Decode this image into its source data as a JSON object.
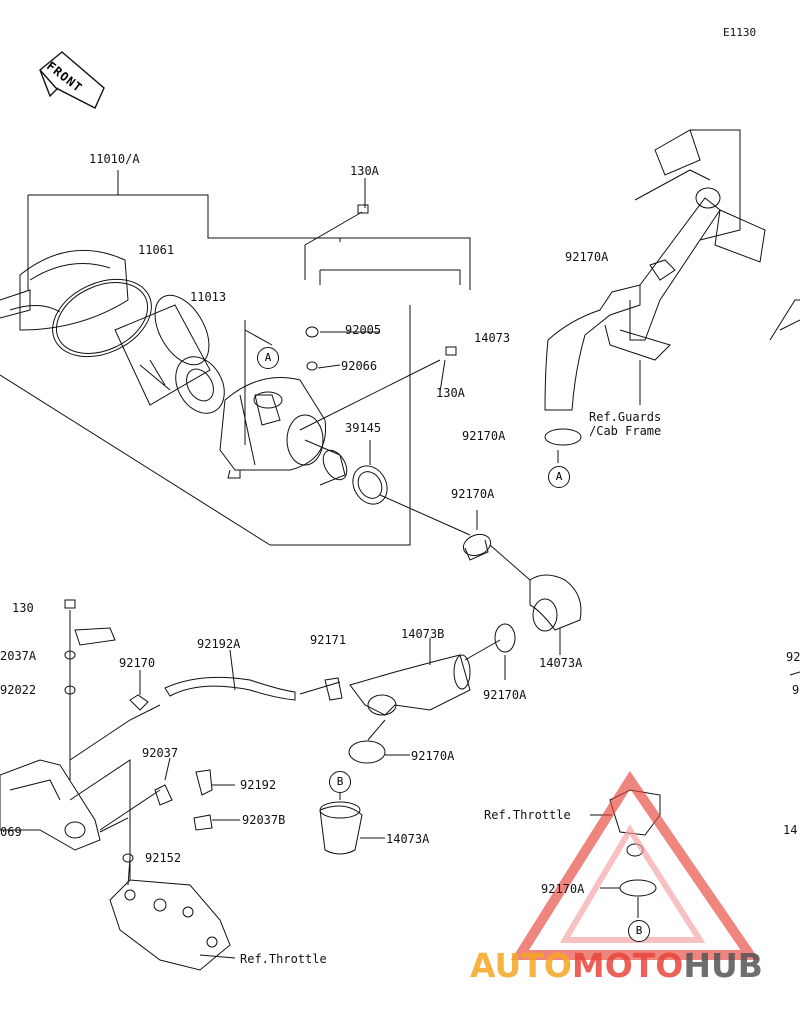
{
  "diagram_id": "E1130",
  "front_label": "FRONT",
  "parts": [
    {
      "num": "11010/A"
    },
    {
      "num": "130A"
    },
    {
      "num": "11061"
    },
    {
      "num": "11013"
    },
    {
      "num": "92005"
    },
    {
      "num": "92066"
    },
    {
      "num": "130A"
    },
    {
      "num": "39145"
    },
    {
      "num": "92170A"
    },
    {
      "num": "14073"
    },
    {
      "num": "92170A"
    },
    {
      "num": "92170A"
    },
    {
      "num": "14073A"
    },
    {
      "num": "130"
    },
    {
      "num": "2037A"
    },
    {
      "num": "92022"
    },
    {
      "num": "92170"
    },
    {
      "num": "92192A"
    },
    {
      "num": "92171"
    },
    {
      "num": "14073B"
    },
    {
      "num": "92170A"
    },
    {
      "num": "92170A"
    },
    {
      "num": "92037"
    },
    {
      "num": "92192"
    },
    {
      "num": "92037B"
    },
    {
      "num": "069"
    },
    {
      "num": "92152"
    },
    {
      "num": "14073A"
    },
    {
      "num": "92170A"
    },
    {
      "num": "92"
    },
    {
      "num": "9"
    },
    {
      "num": "14"
    }
  ],
  "refs": {
    "guards": "Ref.Guards\n/Cab Frame",
    "throttle_right": "Ref.Throttle",
    "throttle_bottom": "Ref.Throttle"
  },
  "callouts": {
    "a1": "A",
    "a2": "A",
    "b1": "B",
    "b2": "B"
  },
  "watermark": {
    "part1": "AUTO",
    "part2": "MOTO",
    "part3": "HUB",
    "color1": "#f5a623",
    "color2": "#e8453c",
    "color3": "#555555"
  }
}
